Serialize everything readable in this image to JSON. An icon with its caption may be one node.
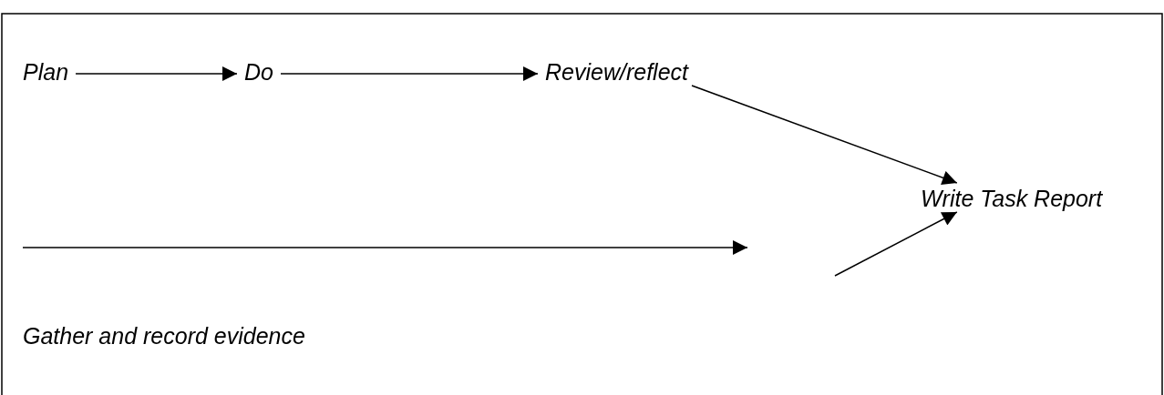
{
  "diagram": {
    "nodes": [
      {
        "text": [
          "Plan"
        ]
      },
      {
        "text": [
          "Do"
        ]
      },
      {
        "text": [
          "Review/reflect"
        ]
      },
      {
        "text": [
          "Write Task Report"
        ]
      },
      {
        "text": [
          "Gather and record evidence"
        ]
      }
    ],
    "edges": [
      {
        "from": 0,
        "to": 1,
        "arrow": "to"
      },
      {
        "from": 1,
        "to": 2,
        "arrow": "to"
      },
      {
        "from": 2,
        "to": 3,
        "arrow": "to"
      },
      {
        "from": null,
        "to": 3,
        "arrow": "to"
      },
      {
        "from": 4,
        "to": null,
        "arrow": "to"
      }
    ]
  }
}
